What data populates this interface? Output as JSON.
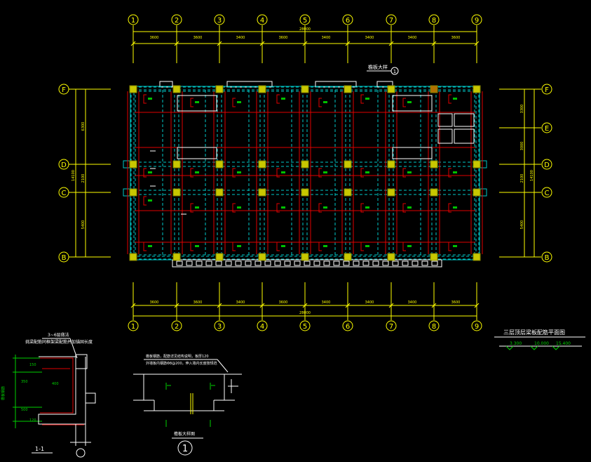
{
  "axes_top": [
    "1",
    "2",
    "3",
    "4",
    "5",
    "6",
    "7",
    "8",
    "9"
  ],
  "axes_bottom": [
    "1",
    "2",
    "3",
    "4",
    "5",
    "6",
    "7",
    "8",
    "9"
  ],
  "axes_left": [
    "F",
    "D",
    "C",
    "B"
  ],
  "axes_right": [
    "F",
    "E",
    "D",
    "C",
    "B"
  ],
  "dims_top": [
    "3600",
    "3600",
    "3400",
    "3600",
    "3400",
    "3400",
    "3400",
    "3600"
  ],
  "dims_bottom": [
    "3600",
    "3600",
    "3400",
    "3600",
    "3400",
    "3400",
    "3400",
    "3600"
  ],
  "total_top": "28000",
  "total_bottom": "28000",
  "left_dims": [
    "6300",
    "2100",
    "5400"
  ],
  "left_total": "14100",
  "right_dims": [
    "3300",
    "3000",
    "2100",
    "5400"
  ],
  "right_total": "14100",
  "callout_label": "檐板大样",
  "callout_number": "1",
  "plan_title": "三层顶层梁板配筋平面图",
  "elevations": [
    "3.300",
    "10.000",
    "15.400"
  ],
  "section_name": "1-1",
  "section_notes": [
    "3~6层做法",
    "挑梁配筋同框架梁配筋并加锚固长度"
  ],
  "section_dims": [
    "150",
    "400",
    "350",
    "500",
    "120"
  ],
  "detail_notes": [
    "檐板钢筋，配筋详见结构说明，板厚120",
    "外墙板内钢筋Φ8@200，伸入墙内长度按规范"
  ],
  "detail_caption": "檐板大样图",
  "detail_number": "1",
  "section_side_label": "檐板钢筋"
}
